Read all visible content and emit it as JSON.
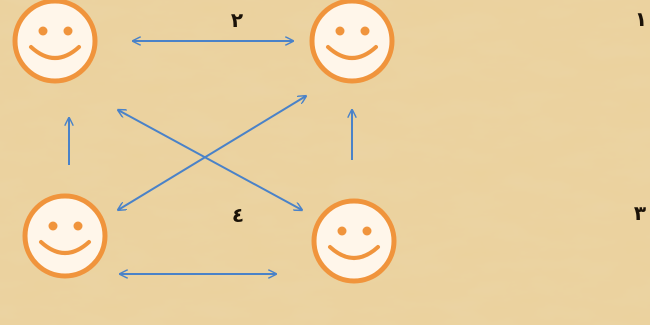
{
  "colors": {
    "parchment": "#e6c98f",
    "parchment_light": "#f0dcae",
    "parchment_dark": "#d4b27a",
    "face_fill": "#fff6ea",
    "face_outline": "#f0943c",
    "eyes": "#f0943c",
    "arrow": "#4a82c8",
    "label": "#1a1208"
  },
  "faces": [
    {
      "id": "top-left",
      "icon": "smiley-face-icon"
    },
    {
      "id": "top-right",
      "icon": "smiley-face-icon"
    },
    {
      "id": "bottom-left",
      "icon": "smiley-face-icon"
    },
    {
      "id": "bottom-right",
      "icon": "smiley-face-icon"
    }
  ],
  "labels": {
    "top_center": "٢",
    "middle_center": "٤",
    "right_top": "١",
    "right_middle": "٣"
  }
}
